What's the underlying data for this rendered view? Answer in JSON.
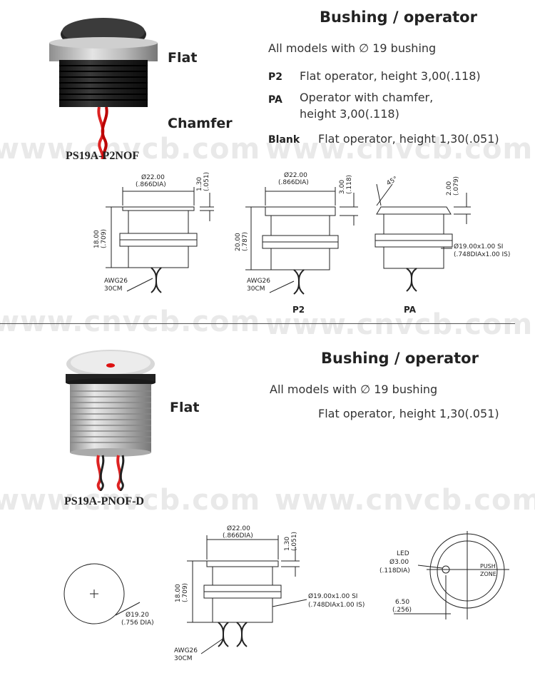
{
  "watermark": "www.cnvcb.com",
  "top": {
    "heading": "Bushing / operator",
    "subtitle": "All models with ∅ 19 bushing",
    "options": [
      {
        "code": "P2",
        "desc": "Flat operator, height 3,00(.118)"
      },
      {
        "code": "PA",
        "desc": "Operator with chamfer,",
        "desc2": "height 3,00(.118)"
      },
      {
        "code": "Blank",
        "desc": "Flat operator, height 1,30(.051)"
      }
    ],
    "label_flat": "Flat",
    "label_chamfer": "Chamfer",
    "model": "PS19A-P2NOF",
    "drawing": {
      "d1_dia": "Ø22.00",
      "d1_dia_in": "(.866DIA)",
      "d1_h": "1.30",
      "d1_h_in": "(.051)",
      "d1_len": "18.00",
      "d1_len_in": "(.709)",
      "d2_dia": "Ø22.00",
      "d2_dia_in": "(.866DIA)",
      "d2_h": "3.00",
      "d2_h_in": "(.118)",
      "d2_len": "20.00",
      "d2_len_in": "(.787)",
      "d3_angle": "45°",
      "d3_h": "2.00",
      "d3_h_in": "(.079)",
      "d3_thread": "Ø19.00x1.00 SI",
      "d3_thread_in": "(.748DIAx1.00 IS)",
      "awg": "AWG26",
      "cm": "30CM",
      "cap_p2": "P2",
      "cap_pa": "PA"
    }
  },
  "bottom": {
    "heading": "Bushing / operator",
    "subtitle": "All models with ∅ 19 bushing",
    "desc": "Flat operator, height 1,30(.051)",
    "label_flat": "Flat",
    "model": "PS19A-PNOF-D",
    "drawing": {
      "cut_dia": "Ø19.20",
      "cut_dia_in": "(.756 DIA)",
      "dia": "Ø22.00",
      "dia_in": "(.866DIA)",
      "h": "1.30",
      "h_in": "(.051)",
      "len": "18.00",
      "len_in": "(.709)",
      "thread": "Ø19.00x1.00 SI",
      "thread_in": "(.748DIAx1.00 IS)",
      "awg": "AWG26",
      "cm": "30CM",
      "led": "LED",
      "led_dia": "Ø3.00",
      "led_dia_in": "(.118DIA)",
      "offset": "6.50",
      "offset_in": "(.256)",
      "push": "PUSH",
      "zone": "ZONE"
    }
  }
}
